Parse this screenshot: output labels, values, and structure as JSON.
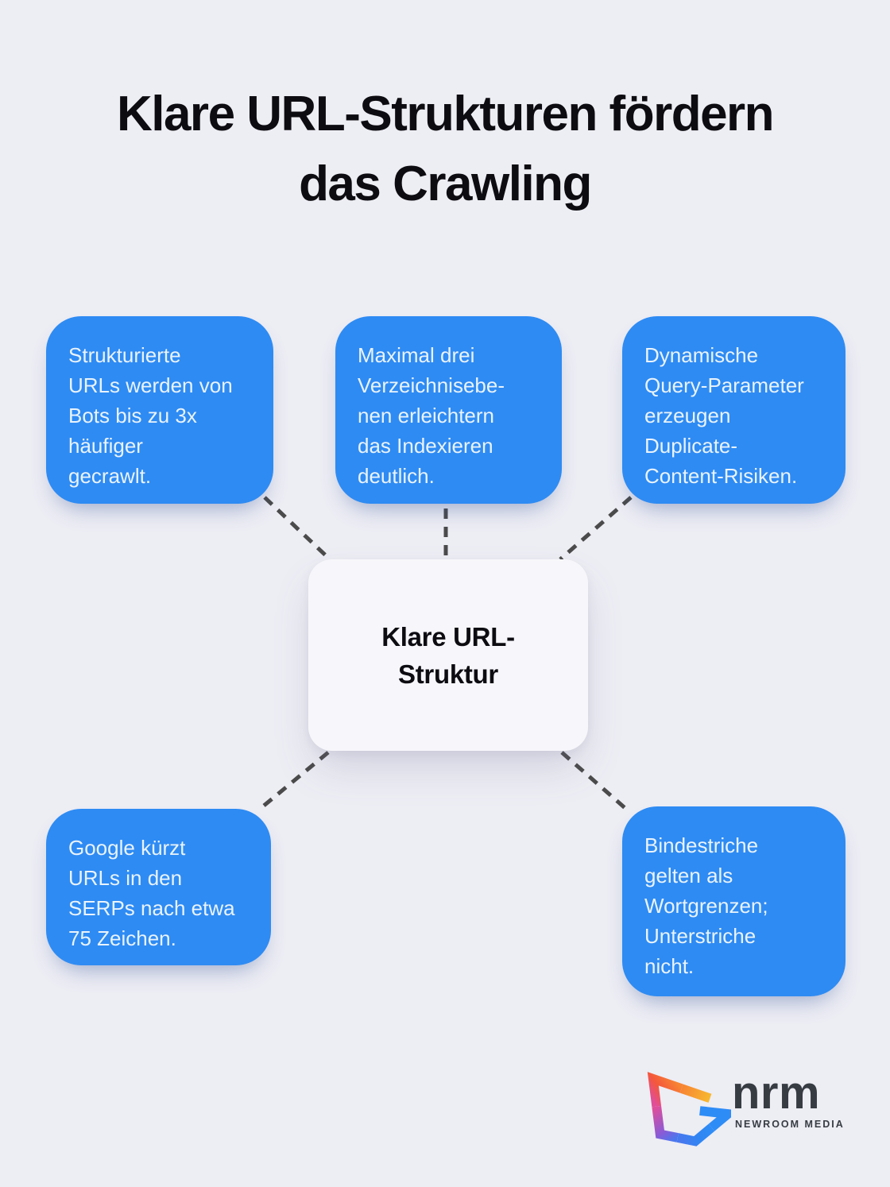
{
  "title": {
    "lines": [
      "Klare URL-Strukturen fördern",
      "das Crawling"
    ]
  },
  "center_node": {
    "lines": [
      "Klare URL-",
      "Struktur"
    ]
  },
  "cards": [
    {
      "id": "structured-urls",
      "position": "top-left",
      "lines": [
        "Strukturierte",
        "URLs werden von",
        "Bots bis zu 3x",
        "häufiger",
        "gecrawlt."
      ]
    },
    {
      "id": "directory-levels",
      "position": "top-center",
      "lines": [
        "Maximal drei",
        "Verzeichnisebe-",
        "nen erleichtern",
        "das Indexieren",
        "deutlich."
      ]
    },
    {
      "id": "query-parameters",
      "position": "top-right",
      "lines": [
        "Dynamische",
        "Query-Parameter",
        "erzeugen",
        "Duplicate-",
        "Content-Risiken."
      ]
    },
    {
      "id": "url-length",
      "position": "bottom-left",
      "lines": [
        "Google kürzt",
        "URLs in den",
        "SERPs nach etwa",
        "75 Zeichen."
      ]
    },
    {
      "id": "hyphens-vs-underscores",
      "position": "bottom-right",
      "lines": [
        "Bindestriche",
        "gelten als",
        "Wortgrenzen;",
        "Unterstriche",
        "nicht."
      ]
    }
  ],
  "logo": {
    "brand": "nrm",
    "tagline": "NEWROOM MEDIA"
  },
  "colors": {
    "background": "#EDEDF4",
    "card": "#2E8BF3",
    "card_text": "#EAF3FC",
    "center_bg": "#F7F7FB",
    "connector": "#4B4B4B",
    "text_dark": "#0D0D11",
    "logo_text": "#373C43",
    "logo_gradient": [
      "#F7B92F",
      "#F78433",
      "#F4573B",
      "#E04E9A",
      "#8A5BD6",
      "#2E8CF6"
    ]
  }
}
